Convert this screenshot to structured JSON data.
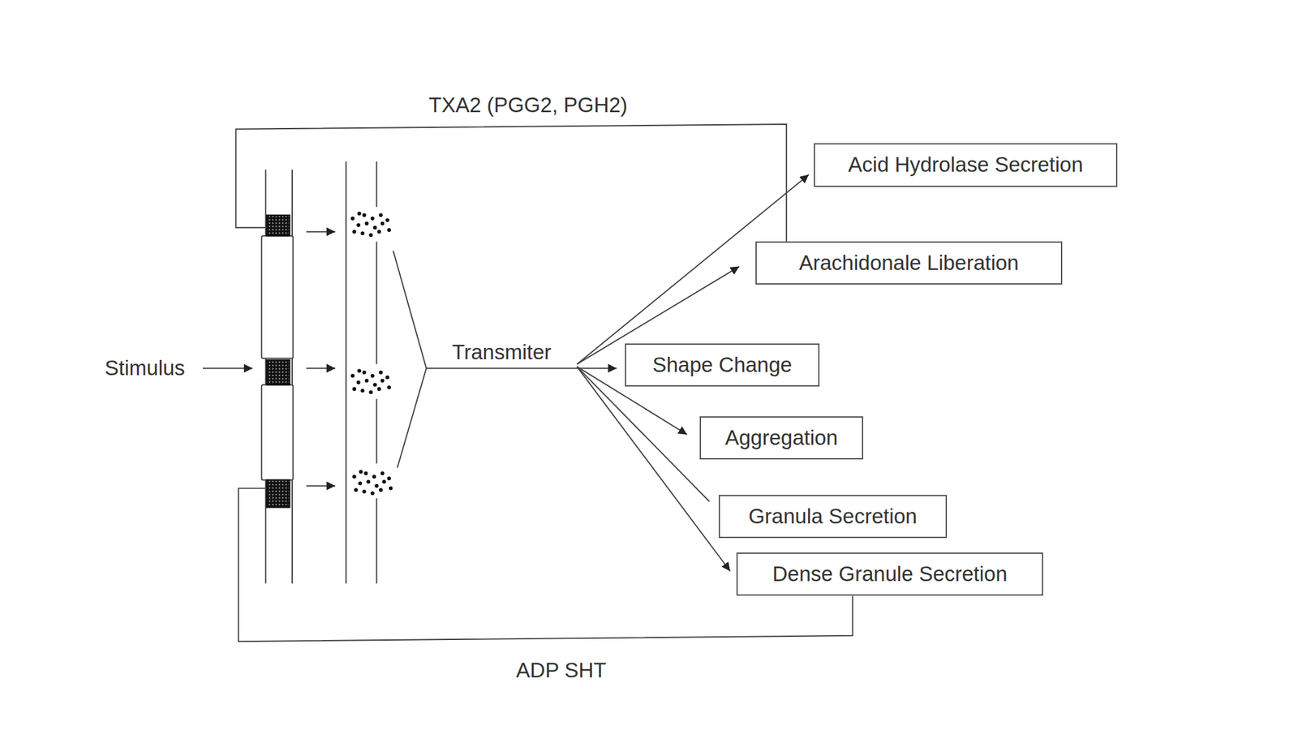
{
  "diagram": {
    "nodes": [
      {
        "text": [
          "Acid Hydrolase Secretion"
        ]
      },
      {
        "text": [
          "Arachidonale Liberation"
        ]
      },
      {
        "text": [
          "Shape Change"
        ]
      },
      {
        "text": [
          "Aggregation"
        ]
      },
      {
        "text": [
          "Granula Secretion"
        ]
      },
      {
        "text": [
          "Dense Granule Secretion"
        ]
      }
    ],
    "labels": [
      "TXA2 (PGG2, PGH2)",
      "Stimulus",
      "Transmiter",
      "ADP SHT"
    ]
  }
}
